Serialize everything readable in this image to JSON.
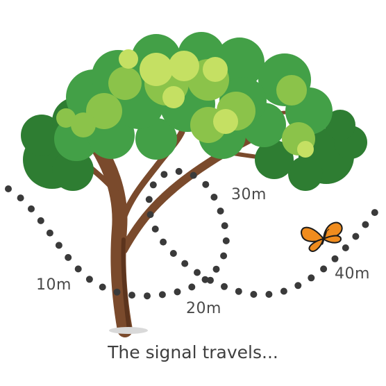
{
  "labels": {
    "d10": "10m",
    "d20": "20m",
    "d30": "30m",
    "d40": "40m"
  },
  "caption": "The signal travels...",
  "colors": {
    "trunk": "#7a4a2c",
    "trunk_dark": "#5c341d",
    "leaf_dark": "#2e7d32",
    "leaf_mid": "#43a047",
    "leaf_light": "#8bc34a",
    "leaf_lime": "#c5e063",
    "dots": "#3a3a3a",
    "butterfly": "#f08c1e",
    "text": "#4a4a4a"
  },
  "icons": [
    "tree-illustration",
    "butterfly-icon"
  ]
}
